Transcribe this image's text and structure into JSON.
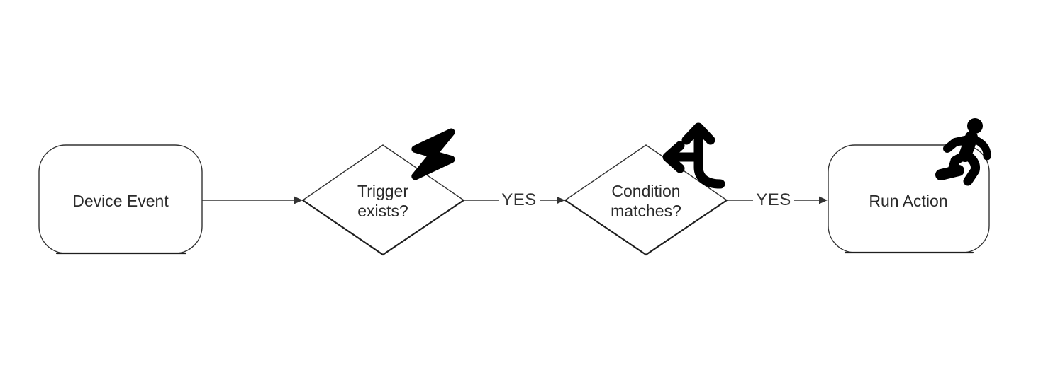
{
  "diagram": {
    "background": "#ffffff",
    "colors": {
      "shape_stroke": "#333333",
      "node_label_text": "#2b2b2b",
      "edge_label_text": "#333333",
      "icon_fill": "#000000"
    },
    "nodes": [
      {
        "id": "device-event",
        "shape": "rounded-rectangle",
        "label": "Device Event",
        "icon": null
      },
      {
        "id": "trigger-exists",
        "shape": "diamond",
        "label": "Trigger exists?",
        "icon": "lightning-bolt-icon"
      },
      {
        "id": "condition-matches",
        "shape": "diamond",
        "label": "Condition matches?",
        "icon": "split-arrows-icon"
      },
      {
        "id": "run-action",
        "shape": "rounded-rectangle",
        "label": "Run Action",
        "icon": "person-running-icon"
      }
    ],
    "edges": [
      {
        "from": "Device Event",
        "to": "Trigger exists?",
        "label": ""
      },
      {
        "from": "Trigger exists?",
        "to": "Condition matches?",
        "label": "YES"
      },
      {
        "from": "Condition matches?",
        "to": "Run Action",
        "label": "YES"
      }
    ]
  }
}
